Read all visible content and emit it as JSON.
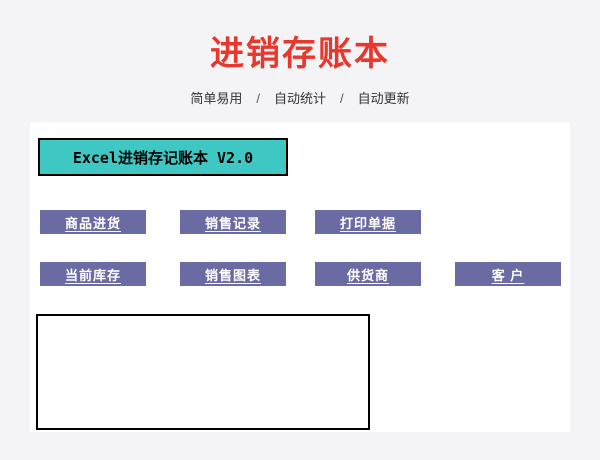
{
  "page": {
    "title": "进销存账本",
    "separator": "/",
    "subtitle_parts": [
      "简单易用",
      "自动统计",
      "自动更新"
    ]
  },
  "panel": {
    "version_label": "Excel进销存记账本 V2.0",
    "buttons_row1": [
      {
        "label": "商品进货"
      },
      {
        "label": "销售记录"
      },
      {
        "label": "打印单据"
      }
    ],
    "buttons_row2": [
      {
        "label": "当前库存"
      },
      {
        "label": "销售图表"
      },
      {
        "label": "供货商"
      },
      {
        "label": "客 户"
      }
    ]
  },
  "colors": {
    "title_red": "#e8382d",
    "version_teal": "#3fc8c3",
    "button_purple": "#6b6ba3",
    "page_background": "#f4f4f6",
    "panel_background": "#ffffff"
  }
}
